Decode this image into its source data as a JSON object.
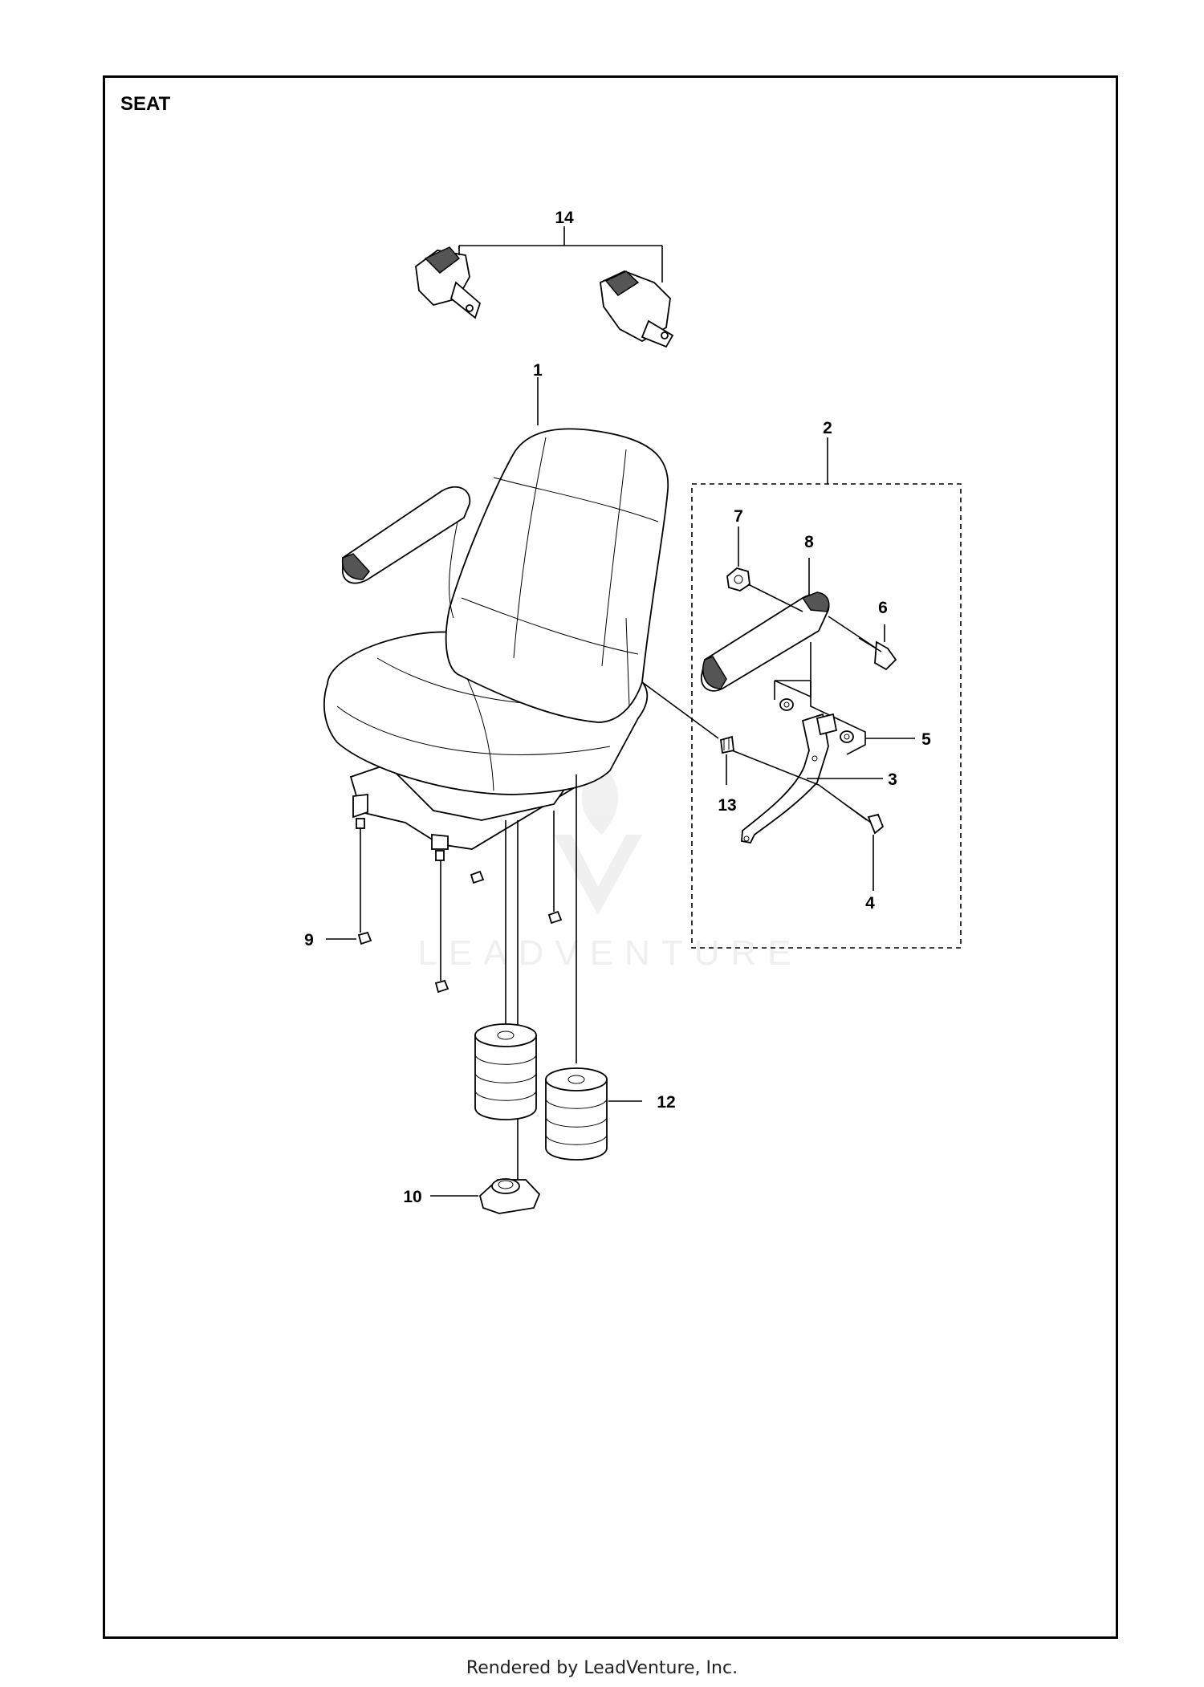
{
  "page_title": "SEAT",
  "watermark": "LEADVENTURE",
  "footer": "Rendered by LeadVenture, Inc.",
  "callouts": [
    {
      "id": "c1",
      "label": "1"
    },
    {
      "id": "c2",
      "label": "2"
    },
    {
      "id": "c3",
      "label": "3"
    },
    {
      "id": "c4",
      "label": "4"
    },
    {
      "id": "c5",
      "label": "5"
    },
    {
      "id": "c6",
      "label": "6"
    },
    {
      "id": "c7",
      "label": "7"
    },
    {
      "id": "c8",
      "label": "8"
    },
    {
      "id": "c9",
      "label": "9"
    },
    {
      "id": "c10",
      "label": "10"
    },
    {
      "id": "c12",
      "label": "12"
    },
    {
      "id": "c13",
      "label": "13"
    },
    {
      "id": "c14",
      "label": "14"
    }
  ]
}
